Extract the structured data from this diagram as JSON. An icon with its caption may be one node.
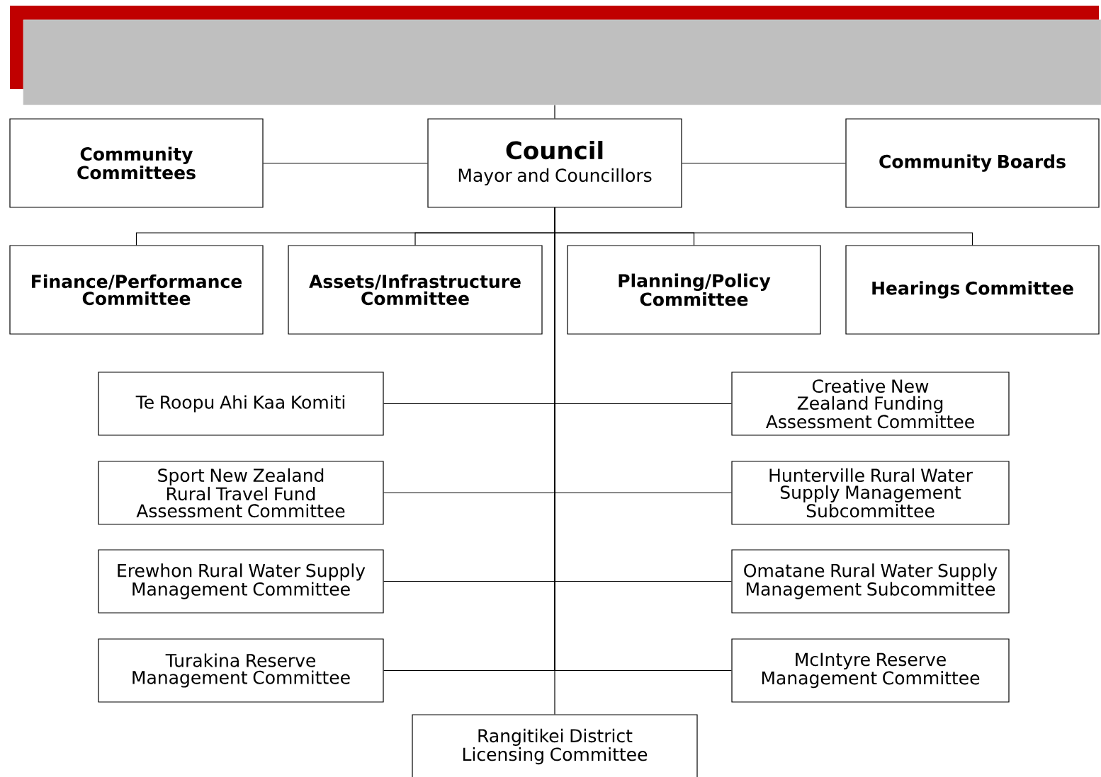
{
  "diagram": {
    "nodes": [
      {
        "text": [],
        "shape": "box"
      },
      {
        "text": [
          "Community Committees"
        ]
      },
      {
        "text": [
          "Council",
          "Mayor and Councillors"
        ]
      },
      {
        "text": [
          "Community Boards"
        ]
      },
      {
        "text": [
          "Finance/Performance Committee"
        ]
      },
      {
        "text": [
          "Assets/Infrastructure Committee"
        ]
      },
      {
        "text": [
          "Planning/Policy Committee"
        ]
      },
      {
        "text": [
          "Hearings Committee"
        ]
      },
      {
        "text": [
          "Te Roopu Ahi Kaa Komiti"
        ]
      },
      {
        "text": [
          "Creative New Zealand Funding Assessment Committee"
        ]
      },
      {
        "text": [
          "Sport New Zealand Rural Travel Fund Assessment Committee"
        ]
      },
      {
        "text": [
          "Hunterville Rural Water Supply Management Subcommittee"
        ]
      },
      {
        "text": [
          "Erewhon Rural Water Supply Management Committee"
        ]
      },
      {
        "text": [
          "Omatane Rural Water Supply Management Subcommittee"
        ]
      },
      {
        "text": [
          "Turakina Reserve Management Committee"
        ]
      },
      {
        "text": [
          "McIntyre Reserve Management Committee"
        ]
      },
      {
        "text": [
          "Rangitikei District Licensing Committee"
        ]
      }
    ],
    "edges": [
      {
        "from": 0,
        "to": 2,
        "arrow": "none"
      },
      {
        "from": 2,
        "to": 1,
        "arrow": "none"
      },
      {
        "from": 2,
        "to": 3,
        "arrow": "none"
      },
      {
        "from": 2,
        "to": 4,
        "arrow": "none"
      },
      {
        "from": 2,
        "to": 5,
        "arrow": "none"
      },
      {
        "from": 2,
        "to": 6,
        "arrow": "none"
      },
      {
        "from": 2,
        "to": 7,
        "arrow": "none"
      },
      {
        "from": 2,
        "to": 8,
        "arrow": "none"
      },
      {
        "from": 2,
        "to": 9,
        "arrow": "none"
      },
      {
        "from": 2,
        "to": 10,
        "arrow": "none"
      },
      {
        "from": 2,
        "to": 11,
        "arrow": "none"
      },
      {
        "from": 2,
        "to": 12,
        "arrow": "none"
      },
      {
        "from": 2,
        "to": 13,
        "arrow": "none"
      },
      {
        "from": 2,
        "to": 14,
        "arrow": "none"
      },
      {
        "from": 2,
        "to": 15,
        "arrow": "none"
      },
      {
        "from": 2,
        "to": 16,
        "arrow": "none"
      }
    ]
  }
}
